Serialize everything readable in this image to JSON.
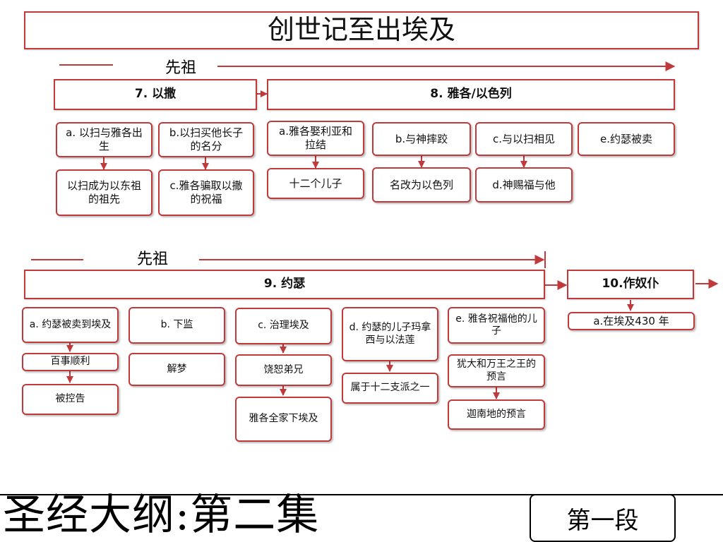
{
  "title": "创世记至出埃及",
  "ancestors_label_1": "先祖",
  "ancestors_label_2": "先祖",
  "section1": {
    "isaac": "7. 以撒",
    "jacob": "8. 雅各/以色列",
    "subs": {
      "a1": "a. 以扫与雅各出生",
      "b1": "b.以扫买他长子的名分",
      "a1_result": "以扫成为以东祖的祖先",
      "b1_result": "c.雅各骗取以撒的祝福",
      "ja": "a.雅各娶利亚和拉结",
      "ja_result": "十二个儿子",
      "jb": "b.与神摔跤",
      "jb_result": "名改为以色列",
      "jc": "c.与以扫相见",
      "jc_result": "d.神赐福与他",
      "je": "e.约瑟被卖"
    }
  },
  "section2": {
    "joseph": "9. 约瑟",
    "slavery": "10.作奴仆",
    "slavery_a": "a.在埃及430 年",
    "a": "a. 约瑟被卖到埃及",
    "a_r1": "百事顺利",
    "a_r2": "被控告",
    "b": "b. 下监",
    "b_r1": "解梦",
    "c": "c. 治理埃及",
    "c_r1": "饶恕弟兄",
    "c_r2": "雅各全家下埃及",
    "d": "d. 约瑟的儿子玛拿西与以法莲",
    "d_r1": "属于十二支派之一",
    "e": "e. 雅各祝福他的儿子",
    "e_r1": "犹大和万王之王的预言",
    "e_r2": "迦南地的预言"
  },
  "footer": {
    "title": "圣经大纲:第二集",
    "part": "第一段"
  },
  "colors": {
    "border": "#c0393b",
    "arrow": "#c0393b"
  }
}
